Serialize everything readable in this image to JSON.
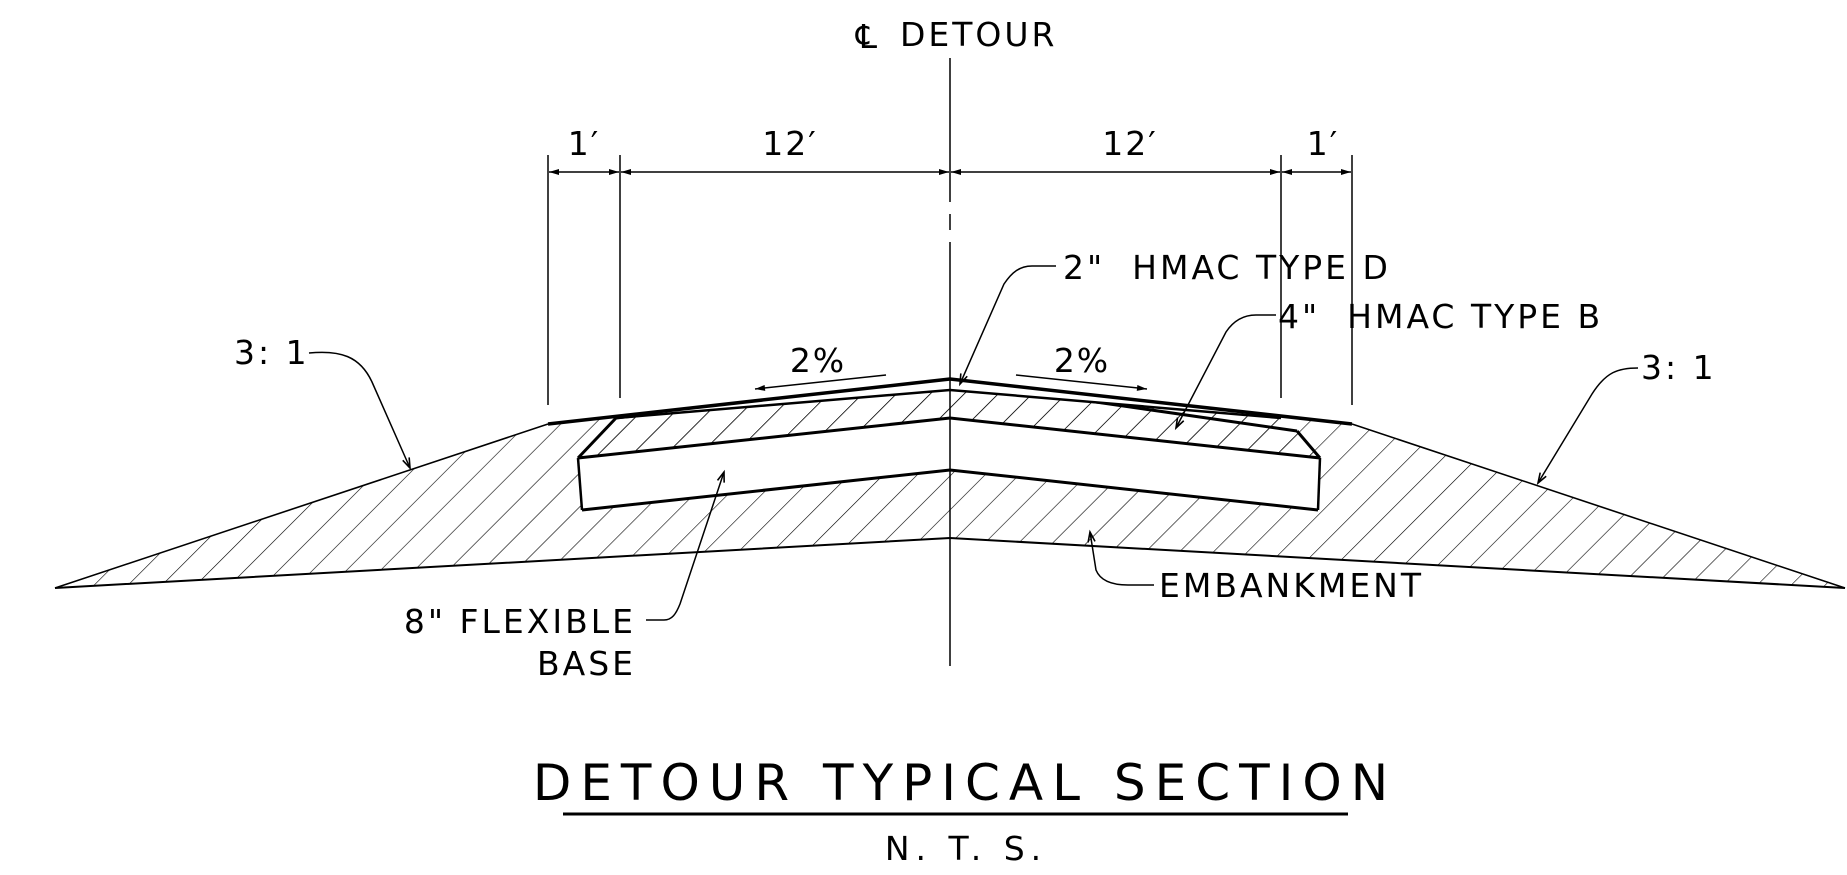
{
  "centerline": {
    "symbol": "℄",
    "label": "DETOUR"
  },
  "dimensions": {
    "shoulder_left": "1′",
    "lane_left": "12′",
    "lane_right": "12′",
    "shoulder_right": "1′"
  },
  "slopes": {
    "cross_slope_left": "2%",
    "cross_slope_right": "2%",
    "side_slope_left": "3: 1",
    "side_slope_right": "3: 1"
  },
  "layers": {
    "surface": "2\"  HMAC TYPE D",
    "binder": "4\"  HMAC TYPE B",
    "base_line1": "8\" FLEXIBLE",
    "base_line2": "BASE",
    "embankment": "EMBANKMENT"
  },
  "title": "DETOUR TYPICAL SECTION",
  "scale_note": "N. T. S.",
  "colors": {
    "ink": "#000000",
    "paper": "#ffffff"
  }
}
